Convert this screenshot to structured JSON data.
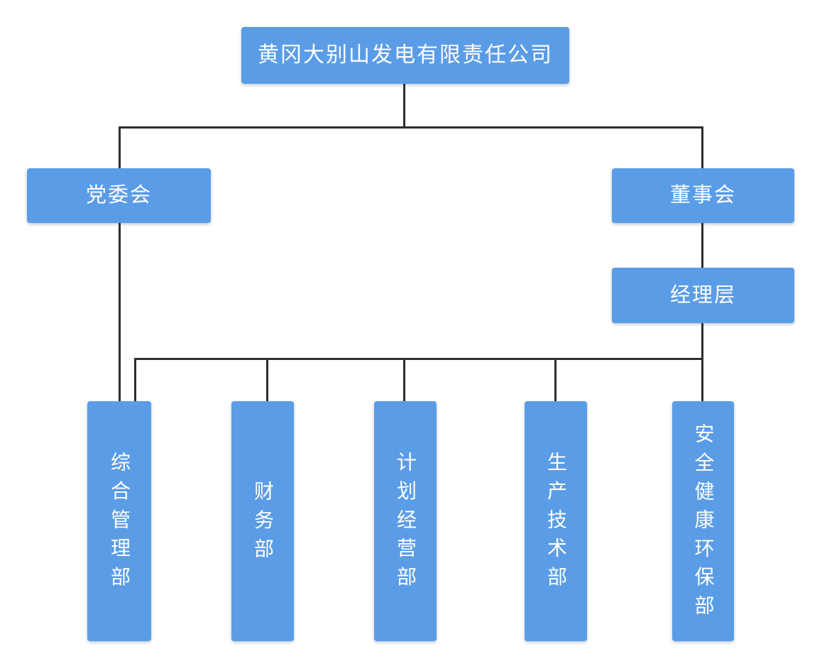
{
  "org_chart": {
    "root": {
      "label": "黄冈大别山发电有限责任公司"
    },
    "party_committee": {
      "label": "党委会"
    },
    "board": {
      "label": "董事会"
    },
    "management": {
      "label": "经理层"
    },
    "departments": [
      {
        "label": "综合管理部"
      },
      {
        "label": "财务部"
      },
      {
        "label": "计划经营部"
      },
      {
        "label": "生产技术部"
      },
      {
        "label": "安全健康环保部"
      }
    ]
  },
  "colors": {
    "node_fill": "#5b9ce6",
    "node_text": "#ffffff",
    "connector": "#2e2e2e",
    "background": "#ffffff"
  }
}
